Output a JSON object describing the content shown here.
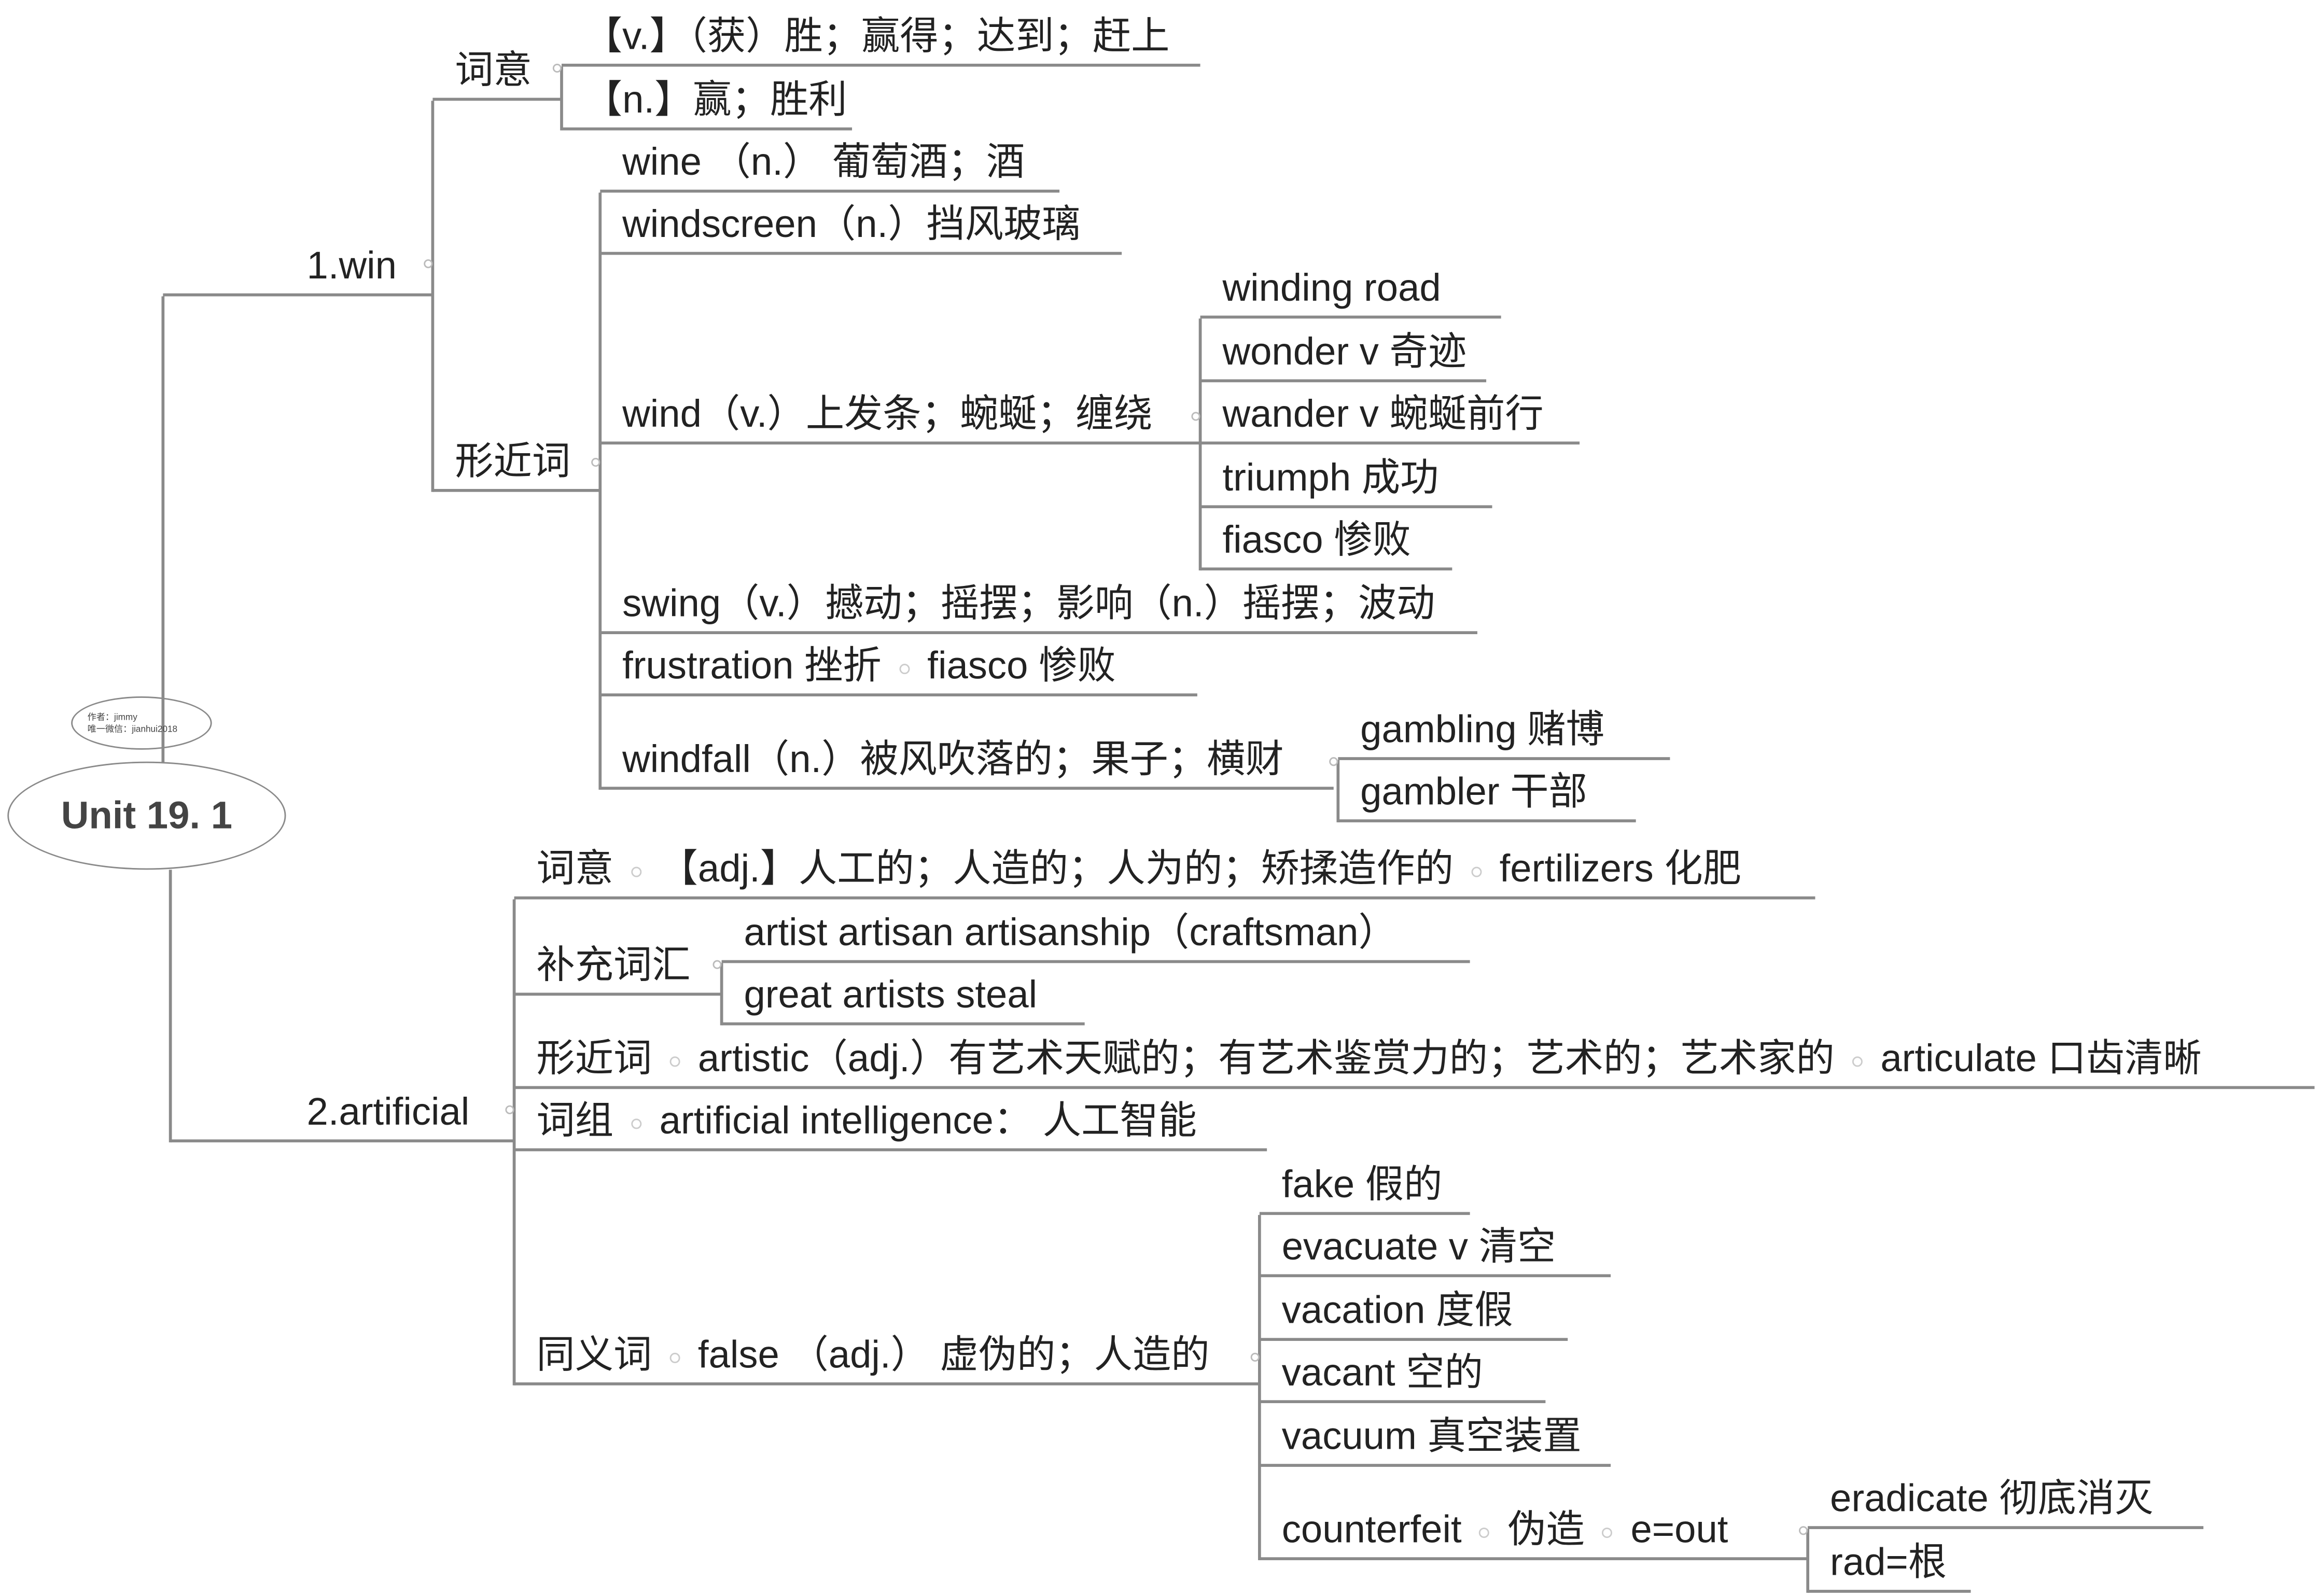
{
  "root": {
    "title": "Unit 19. 1"
  },
  "author": {
    "line1": "作者：jimmy",
    "line2": "唯一微信：jianhui2018"
  },
  "win": {
    "label": "1.win",
    "meaning": {
      "label": "词意",
      "items": [
        "【v.】（获）胜；赢得；达到；赶上",
        "【n.】赢；胜利"
      ]
    },
    "similar": {
      "label": "形近词",
      "wine": "wine （n.） 葡萄酒；酒",
      "windscreen": "windscreen（n.）挡风玻璃",
      "wind": {
        "label": "wind（v.）上发条；蜿蜒；缠绕",
        "children": [
          "winding  road",
          "wonder v 奇迹",
          "wander v 蜿蜒前行",
          "triumph  成功",
          "fiasco  惨败"
        ]
      },
      "swing": "swing（v.）撼动；摇摆；影响（n.）摇摆；波动",
      "frustration": [
        "frustration  挫折",
        "fiasco  惨败"
      ],
      "windfall": {
        "label": "windfall（n.）被风吹落的；果子；横财",
        "children": [
          "gambling   赌博",
          "gambler  干部"
        ]
      }
    }
  },
  "artificial": {
    "label": "2.artificial",
    "meaning": [
      "词意",
      "【adj.】人工的；人造的；人为的；矫揉造作的",
      "fertilizers  化肥"
    ],
    "vocab": {
      "label": "补充词汇",
      "children": [
        "artist artisan artisanship（craftsman）",
        "great artists steal"
      ]
    },
    "similar": [
      "形近词",
      "artistic（adj.）有艺术天赋的；有艺术鉴赏力的；艺术的；艺术家的",
      "articulate   口齿清晰"
    ],
    "phrase": [
      "词组",
      "artificial intelligence： 人工智能"
    ],
    "synonym": {
      "parts": [
        "同义词",
        "false （adj.） 虚伪的；人造的"
      ],
      "children": [
        "fake 假的",
        "evacuate  v  清空",
        "vacation 度假",
        "vacant  空的",
        "vacuum 真空装置"
      ],
      "counterfeit": {
        "parts": [
          "counterfeit",
          "伪造",
          "e=out"
        ],
        "children": [
          "eradicate  彻底消灭",
          "rad=根"
        ]
      }
    }
  }
}
